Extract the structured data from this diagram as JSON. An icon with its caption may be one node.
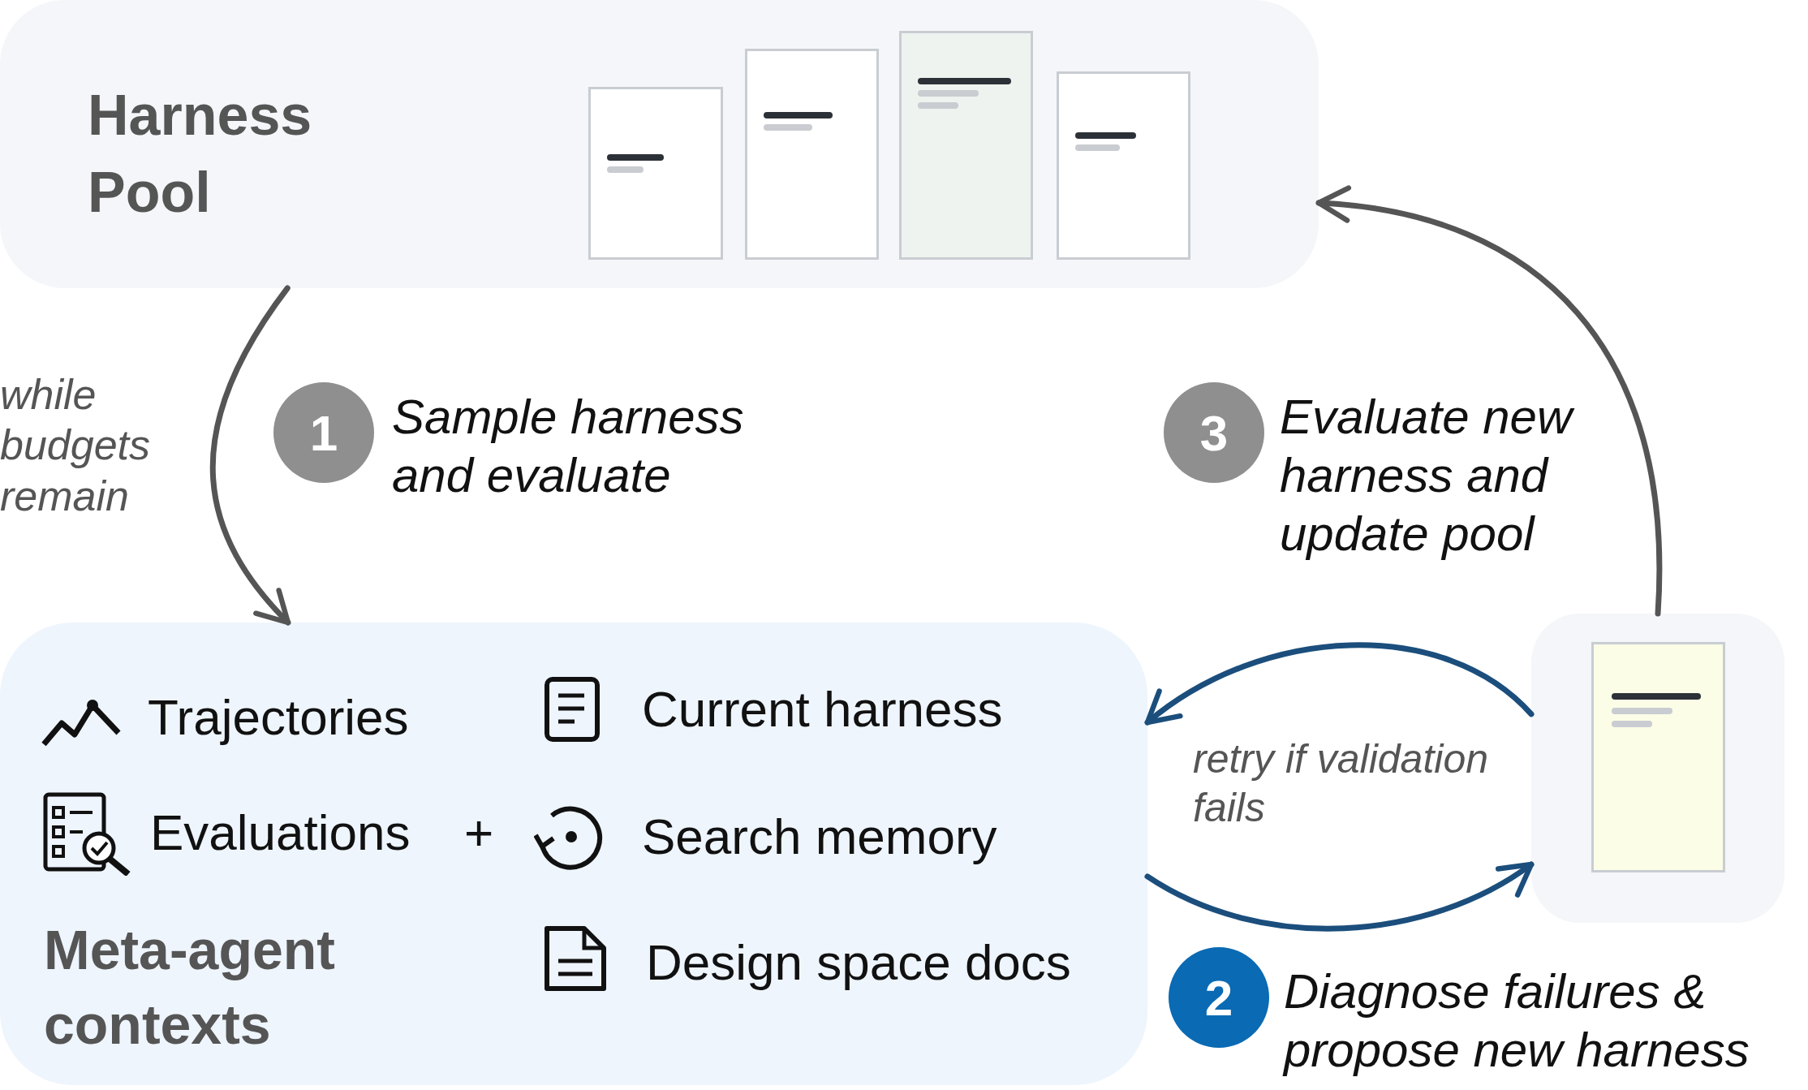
{
  "diagram": {
    "nodes": [
      {
        "text": [
          "Harness Pool"
        ]
      },
      {
        "text": [],
        "shape": "box",
        "in": 0
      },
      {
        "text": [],
        "shape": "box",
        "in": 0
      },
      {
        "text": [],
        "shape": "box",
        "in": 0
      },
      {
        "text": [],
        "shape": "box",
        "in": 0
      },
      {
        "text": [
          "1"
        ],
        "beside": [
          "Sample harness and evaluate"
        ]
      },
      {
        "text": [
          "3"
        ],
        "beside": [
          "Evaluate new harness and update pool"
        ]
      },
      {
        "text": [
          "Meta-agent contexts"
        ]
      },
      {
        "text": [],
        "shape": "box"
      },
      {
        "text": [],
        "shape": "box",
        "in": 8
      },
      {
        "text": [
          "2"
        ],
        "beside": [
          "Diagnose failures & propose new harness"
        ]
      }
    ],
    "edges": [
      {
        "from": 0,
        "to": 7,
        "arrow": "to",
        "label": "while budgets remain"
      },
      {
        "from": 8,
        "to": 7,
        "arrow": "to",
        "label": "retry if validation fails",
        "color": "#1b4e7c"
      },
      {
        "from": 7,
        "to": 8,
        "arrow": "to",
        "color": "#1b4e7c"
      },
      {
        "from": 8,
        "to": 0,
        "arrow": "to"
      }
    ],
    "labels": [
      "Trajectories",
      "Current harness",
      "Evaluations",
      "+",
      "Search memory",
      "Design space docs"
    ]
  }
}
